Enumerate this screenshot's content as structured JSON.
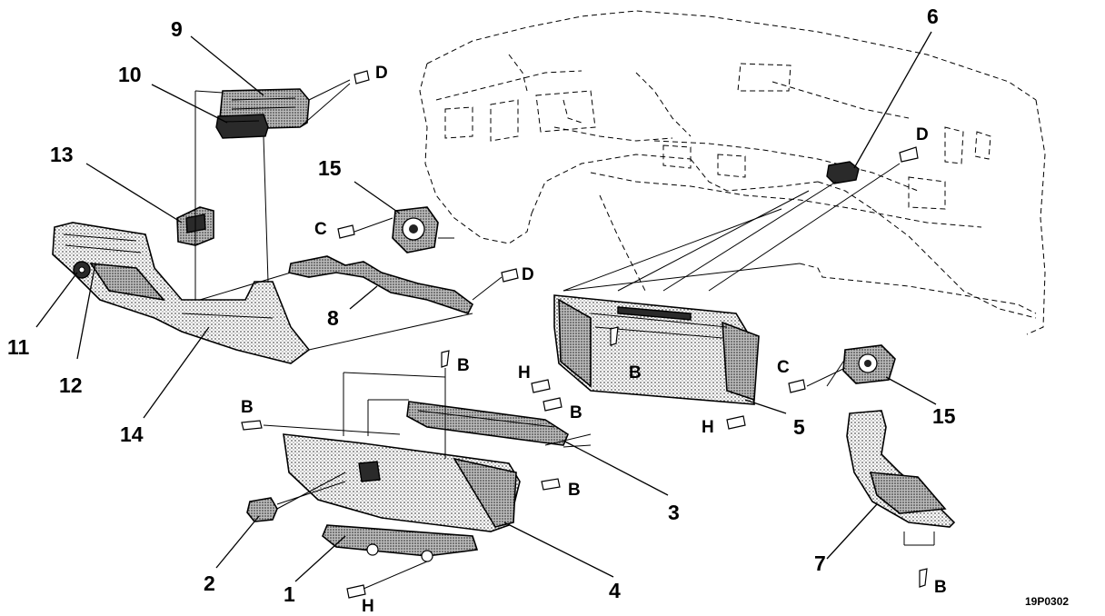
{
  "callouts": {
    "n1": "1",
    "n2": "2",
    "n3": "3",
    "n4": "4",
    "n5": "5",
    "n6": "6",
    "n7": "7",
    "n8": "8",
    "n9": "9",
    "n10": "10",
    "n11": "11",
    "n12": "12",
    "n13": "13",
    "n14": "14",
    "n15a": "15",
    "n15b": "15"
  },
  "fasteners": {
    "d1": "D",
    "d2": "D",
    "d3": "D",
    "c1": "C",
    "c2": "C",
    "b1": "B",
    "b2": "B",
    "b3": "B",
    "b4": "B",
    "b5": "B",
    "b6": "B",
    "h1": "H",
    "h2": "H",
    "h3": "H"
  },
  "figure_code": "19P0302"
}
